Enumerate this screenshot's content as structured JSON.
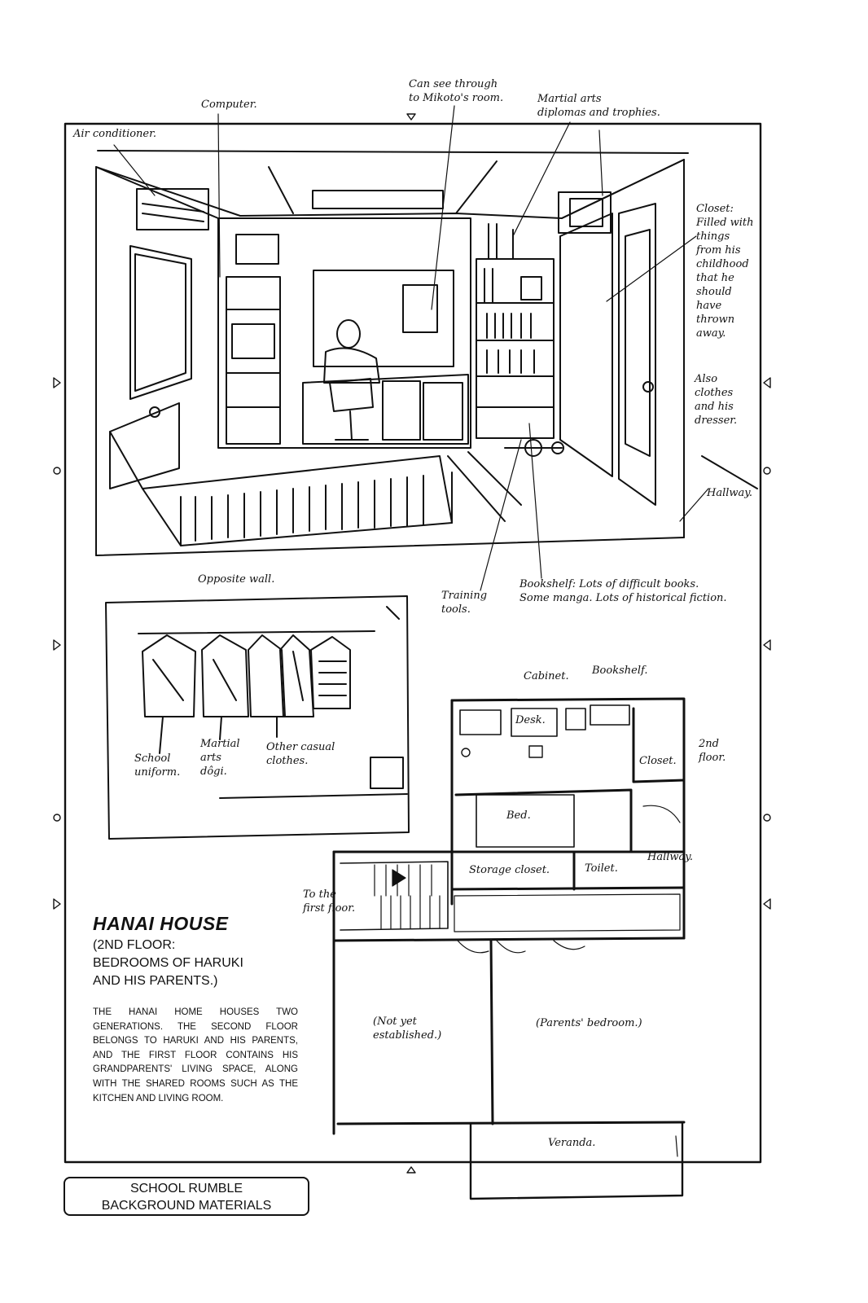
{
  "interior_labels": {
    "computer": "Computer.",
    "see_through": "Can see through\nto Mikoto's room.",
    "diplomas": "Martial arts\ndiplomas and trophies.",
    "air_conditioner": "Air conditioner.",
    "closet_note": "Closet:\nFilled with\nthings\nfrom his\nchildhood\nthat he\nshould\nhave\nthrown\naway.",
    "also_clothes": "Also\nclothes\nand his\ndresser.",
    "hallway": "Hallway.",
    "opposite_wall": "Opposite wall.",
    "training_tools": "Training\ntools.",
    "bookshelf_note": "Bookshelf: Lots of difficult books.\nSome manga. Lots of historical fiction."
  },
  "wardrobe_labels": {
    "school_uniform": "School\nuniform.",
    "martial_arts_dogi": "Martial\narts\ndôgi.",
    "casual_clothes": "Other casual\nclothes."
  },
  "floorplan_labels": {
    "cabinet": "Cabinet.",
    "bookshelf": "Bookshelf.",
    "desk": "Desk.",
    "closet": "Closet.",
    "second_floor": "2nd\nfloor.",
    "bed": "Bed.",
    "storage_closet": "Storage closet.",
    "toilet": "Toilet.",
    "hallway": "Hallway.",
    "to_first_floor": "To the\nfirst floor.",
    "not_yet": "(Not yet\nestablished.)",
    "parents_bedroom": "(Parents' bedroom.)",
    "veranda": "Veranda."
  },
  "heading": {
    "title": "HANAI HOUSE",
    "subtitle": "(2ND FLOOR:\nBEDROOMS OF HARUKI\nAND HIS PARENTS.)",
    "description": "The Hanai home houses two generations. The second floor belongs to Haruki and his parents, and the first floor contains his grandparents' living space, along with the shared rooms such as the kitchen and living room."
  },
  "banner": {
    "line1": "SCHOOL RUMBLE",
    "line2": "BACKGROUND MATERIALS"
  }
}
